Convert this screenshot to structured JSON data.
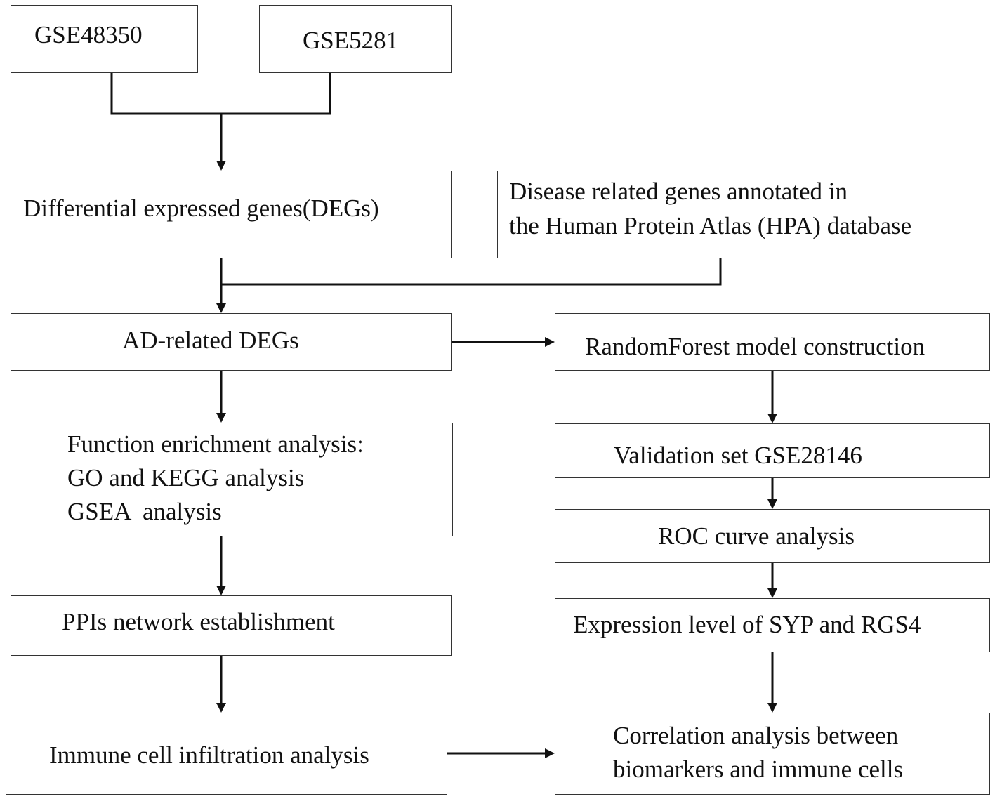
{
  "nodes": {
    "gse48350": {
      "text": "GSE48350"
    },
    "gse5281": {
      "text": "GSE5281"
    },
    "degs": {
      "text": "Differential expressed genes(DEGs)"
    },
    "hpa": {
      "lines": [
        "Disease related genes annotated in",
        "the Human Protein Atlas (HPA) database"
      ]
    },
    "ad_degs": {
      "text": "AD-related DEGs"
    },
    "randomforest": {
      "text": "RandomForest model construction"
    },
    "function_enrichment": {
      "lines": [
        "Function enrichment analysis:",
        "GO and KEGG analysis",
        "GSEA  analysis"
      ]
    },
    "validation": {
      "text": "Validation set GSE28146"
    },
    "roc": {
      "text": "ROC curve analysis"
    },
    "ppi": {
      "text": "PPIs network establishment"
    },
    "expression": {
      "text": "Expression level of SYP and RGS4"
    },
    "immune": {
      "text": "Immune cell infiltration analysis"
    },
    "correlation": {
      "lines": [
        "Correlation analysis between",
        "biomarkers and immune cells"
      ]
    }
  }
}
